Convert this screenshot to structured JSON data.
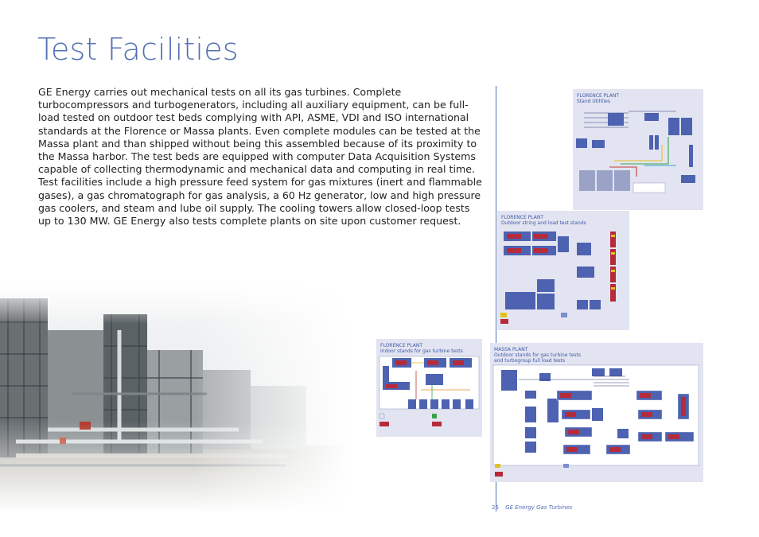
{
  "page": {
    "title": "Test Facilities",
    "intro": "GE Energy carries out mechanical tests on all its gas turbines. Complete turbocompressors and turbogenerators, including all auxiliary equipment, can be full-load tested on outdoor test beds complying with API, ASME, VDI and ISO international standards at the Florence or Massa plants. Even complete modules can be tested at the Massa plant and than shipped without being this assembled because of its proximity to the Massa harbor. The test beds are equipped with computer Data Acquisition Systems capable of collecting thermodynamic and mechanical data and computing in real time. Test facilities include a high pressure feed system for gas mixtures (inert and flammable gases), a gas chromatograph for gas analysis, a 60 Hz generator, low and high pressure gas coolers, and steam and lube oil supply. The cooling towers allow closed-loop tests up to 130 MW. GE Energy also tests complete plants on site upon customer request."
  },
  "diagrams": {
    "stand_utilities": {
      "line1": "FLORENCE PLANT",
      "line2": "Stand Utilities"
    },
    "outdoor": {
      "line1": "FLORENCE PLANT",
      "line2": "Outdoor string and load test stands"
    },
    "indoor": {
      "line1": "FLORENCE PLANT",
      "line2": "Indoor stands for gas turbine tests"
    },
    "massa": {
      "line1": "MASSA PLANT",
      "line2": "Outdoor stands for gas turbine tests",
      "line3": "and turbogroup full load tests"
    }
  },
  "footer": {
    "page_number": "25",
    "brand": "GE Energy Gas Turbines"
  },
  "colors": {
    "accent": "#5470b4",
    "panel": "#e3e4f1",
    "red": "#b62b3a"
  }
}
